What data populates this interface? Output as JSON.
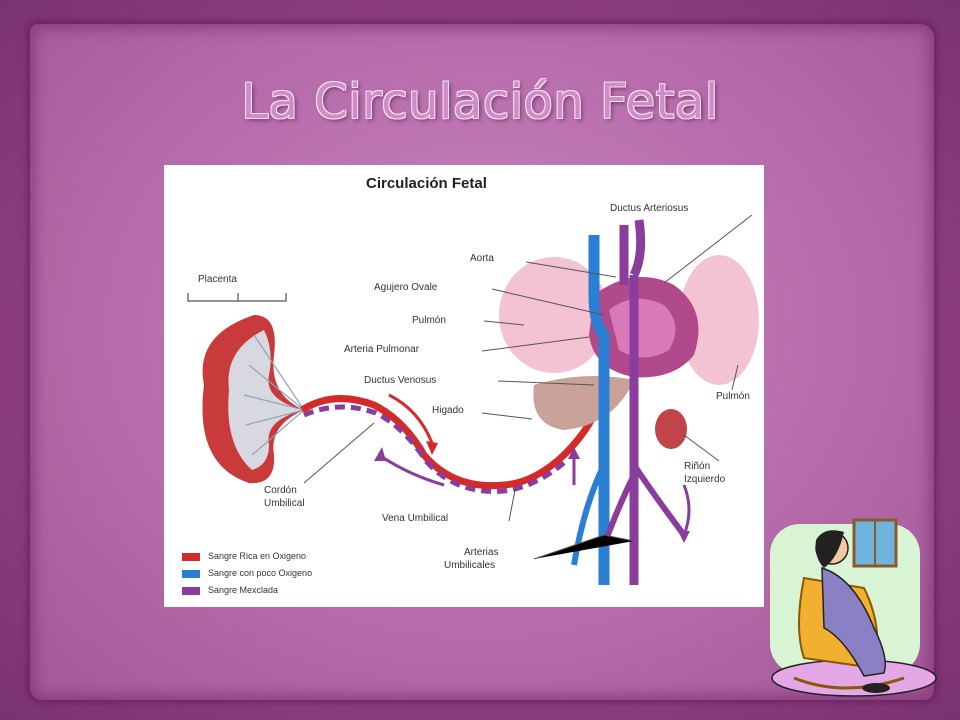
{
  "slide": {
    "title": "La Circulación Fetal"
  },
  "diagram": {
    "title": "Circulación Fetal",
    "labels": {
      "placenta": "Placenta",
      "ductus_arteriosus": "Ductus Arteriosus",
      "aorta": "Aorta",
      "agujero_ovale": "Agujero Ovale",
      "pulmon_left": "Pulmón",
      "arteria_pulmonar": "Arteria Pulmonar",
      "ductus_venosus": "Ductus Venosus",
      "higado": "Higado",
      "pulmon_right": "Pulmón",
      "rinon": "Riñón",
      "izquierdo": "Izquierdo",
      "cordon": "Cordón",
      "umbilical": "Umbilical",
      "vena_umbilical": "Vena Umbilical",
      "arterias": "Arterias",
      "umbilicales": "Umbilicales"
    },
    "legend": [
      {
        "label": "Sangre Rica en Oxigeno",
        "color": "#d42a2a"
      },
      {
        "label": "Sangre con poco Oxigeno",
        "color": "#2a7fd4"
      },
      {
        "label": "Sangre Mexclada",
        "color": "#8a3d9c"
      }
    ]
  },
  "clipart": {
    "subject": "pregnant-woman-rocking-chair-icon"
  }
}
